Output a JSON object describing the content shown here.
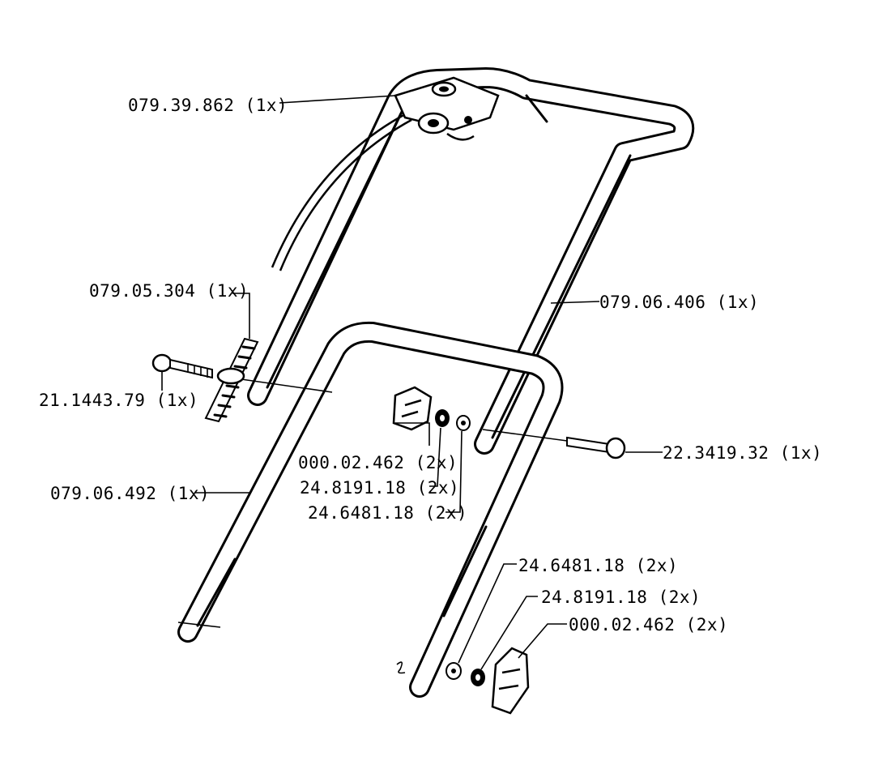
{
  "diagram": {
    "labels": [
      {
        "id": "handle-clamp",
        "text": "079.39.862 (1x)"
      },
      {
        "id": "adjust-knob",
        "text": "079.05.304  (1x)"
      },
      {
        "id": "upper-handle",
        "text": "079.06.406  (1x)"
      },
      {
        "id": "screw",
        "text": "21.1443.79  (1x)"
      },
      {
        "id": "star-knob-upper",
        "text": "000.02.462  (2x)"
      },
      {
        "id": "lock-washer-upper",
        "text": "24.8191.18  (2x)"
      },
      {
        "id": "bolt",
        "text": "22.3419.32  (1x)"
      },
      {
        "id": "lower-handle",
        "text": "079.06.492  (1x)"
      },
      {
        "id": "flat-washer-upper",
        "text": "24.6481.18  (2x)"
      },
      {
        "id": "flat-washer-lower",
        "text": "24.6481.18  (2x)"
      },
      {
        "id": "lock-washer-lower",
        "text": "24.8191.18  (2x)"
      },
      {
        "id": "star-knob-lower",
        "text": "000.02.462   (2x)"
      }
    ]
  }
}
